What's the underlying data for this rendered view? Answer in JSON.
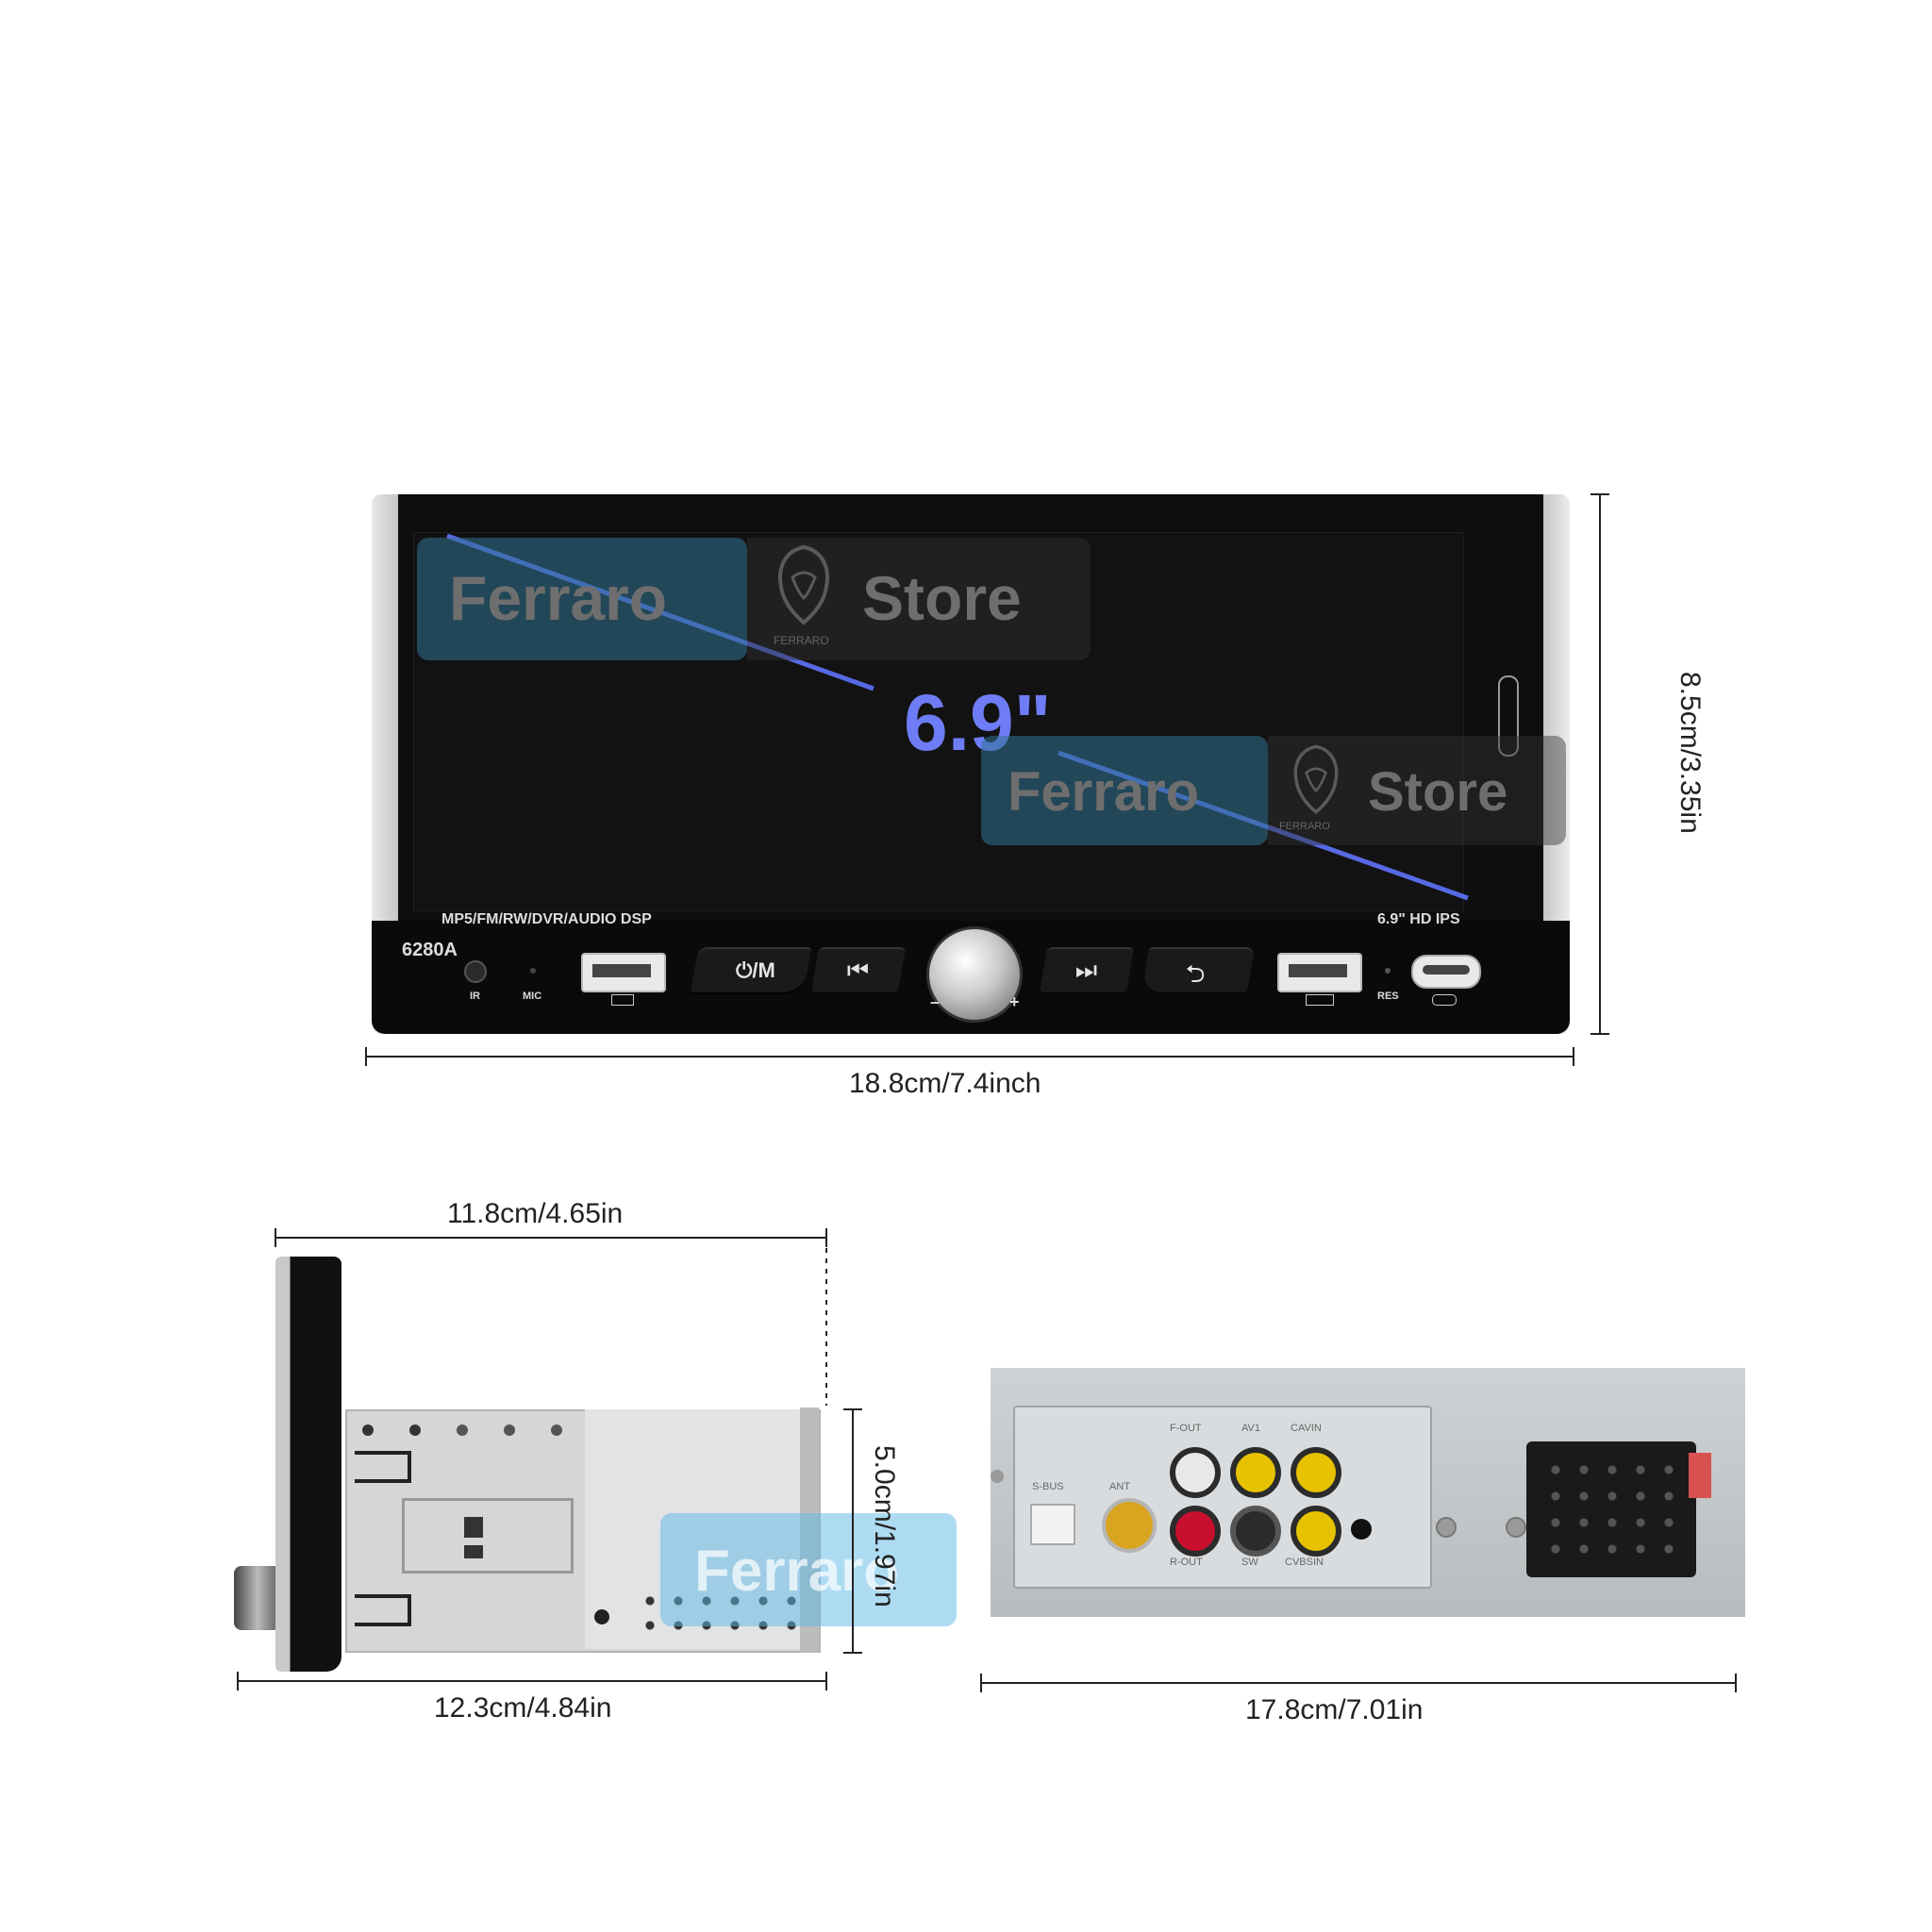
{
  "colors": {
    "screen": "#0b0b0b",
    "bezel": "#111111",
    "silver": "#d9d9d9",
    "diagonal": "#5b6ef0",
    "watermark": "#3c8fb5",
    "chassis": "#cfd2d4",
    "rca_red": "#c8102e",
    "rca_yellow": "#e6c200",
    "rca_white": "#e8e8e8"
  },
  "front": {
    "screen_size_label": "6.9\"",
    "features_label": "MP5/FM/RW/DVR/AUDIO DSP",
    "display_label": "6.9\" HD IPS",
    "model_label": "6280A",
    "ir_label": "IR",
    "mic_label": "MIC",
    "res_label": "RES",
    "power_mode_label": "⏻/M",
    "prev_icon": "⏮",
    "next_icon": "⏭",
    "back_icon": "⮌",
    "knob_minus": "–",
    "knob_plus": "+",
    "width_label": "18.8cm/7.4inch",
    "height_label": "8.5cm/3.35in"
  },
  "watermark": {
    "brand_left": "Ferraro",
    "brand_right": "Store",
    "small_text": "FERRARO",
    "side_text": "Ferraro"
  },
  "side": {
    "depth_top_label": "11.8cm/4.65in",
    "depth_bottom_label": "12.3cm/4.84in",
    "height_label": "5.0cm/1.97in"
  },
  "rear": {
    "width_label": "17.8cm/7.01in",
    "port_labels": {
      "f_out": "F-OUT",
      "av1": "AV1",
      "cvbsin_top": "CAVIN",
      "r_out": "R-OUT",
      "sw": "SW",
      "cvbsin_bottom": "CVBSIN",
      "ant": "ANT",
      "s_bus": "S-BUS"
    }
  }
}
